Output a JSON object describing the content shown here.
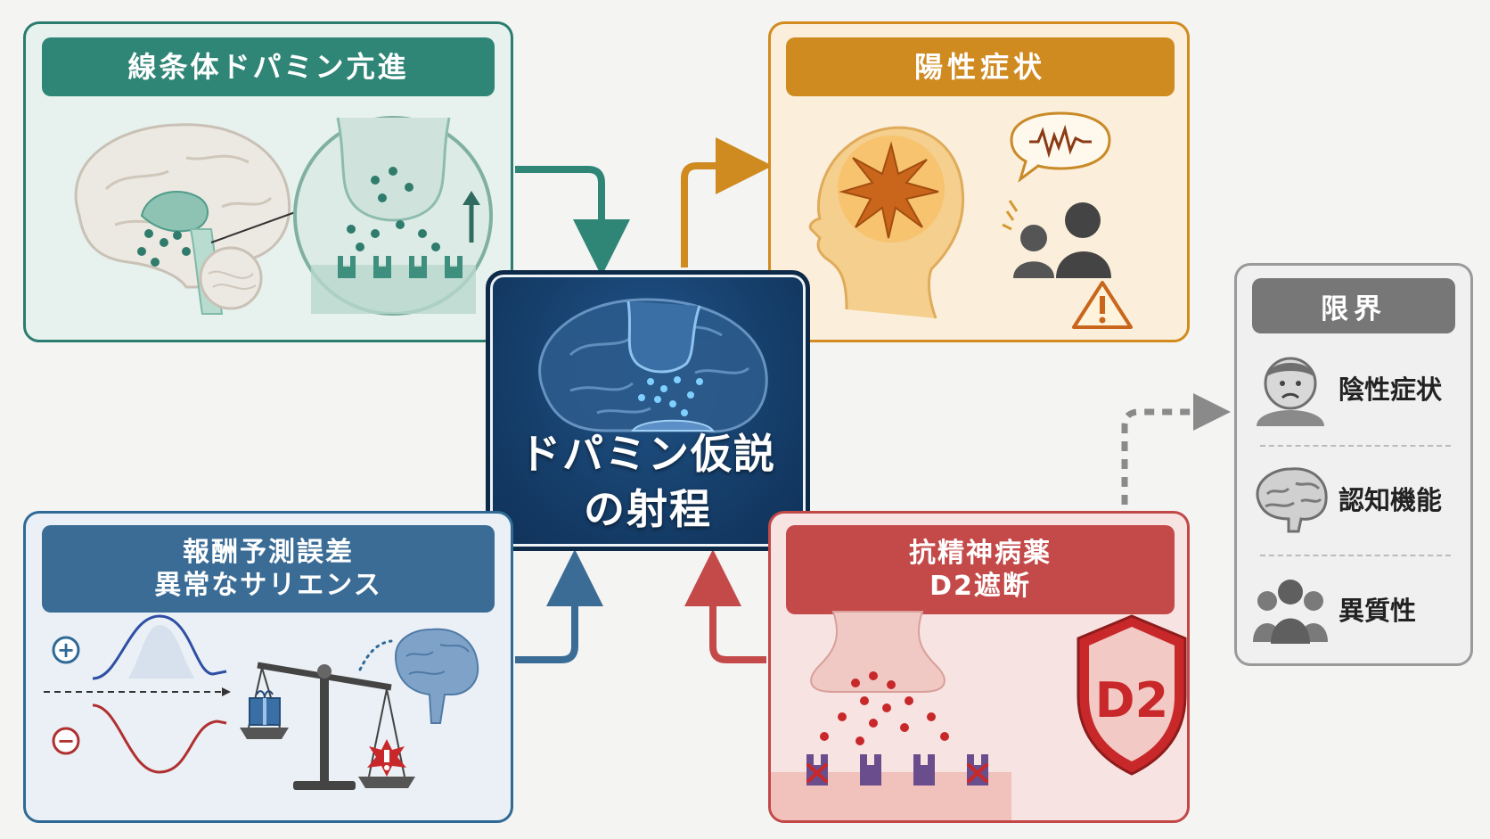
{
  "center": {
    "title_lines": [
      "ドパミン仮説",
      "の射程"
    ]
  },
  "striatal": {
    "title": "線条体ドパミン亢進"
  },
  "positive_symptoms": {
    "title": "陽性症状"
  },
  "reward": {
    "title_lines": [
      "報酬予測誤差",
      "異常なサリエンス"
    ],
    "plus_sign": "+",
    "minus_sign": "−"
  },
  "antipsychotic": {
    "title_lines": [
      "抗精神病薬",
      "D2遮断"
    ],
    "shield_label": "D2"
  },
  "limits": {
    "title": "限界",
    "items": [
      {
        "label": "陰性症状",
        "icon": "sad-face-icon"
      },
      {
        "label": "認知機能",
        "icon": "brain-icon"
      },
      {
        "label": "異質性",
        "icon": "people-icon"
      }
    ]
  },
  "colors": {
    "teal": "#2f8676",
    "orange": "#cf8a20",
    "blue": "#3a6c96",
    "red": "#c44a4a",
    "navy": "#163f6b",
    "gray": "#777777"
  }
}
